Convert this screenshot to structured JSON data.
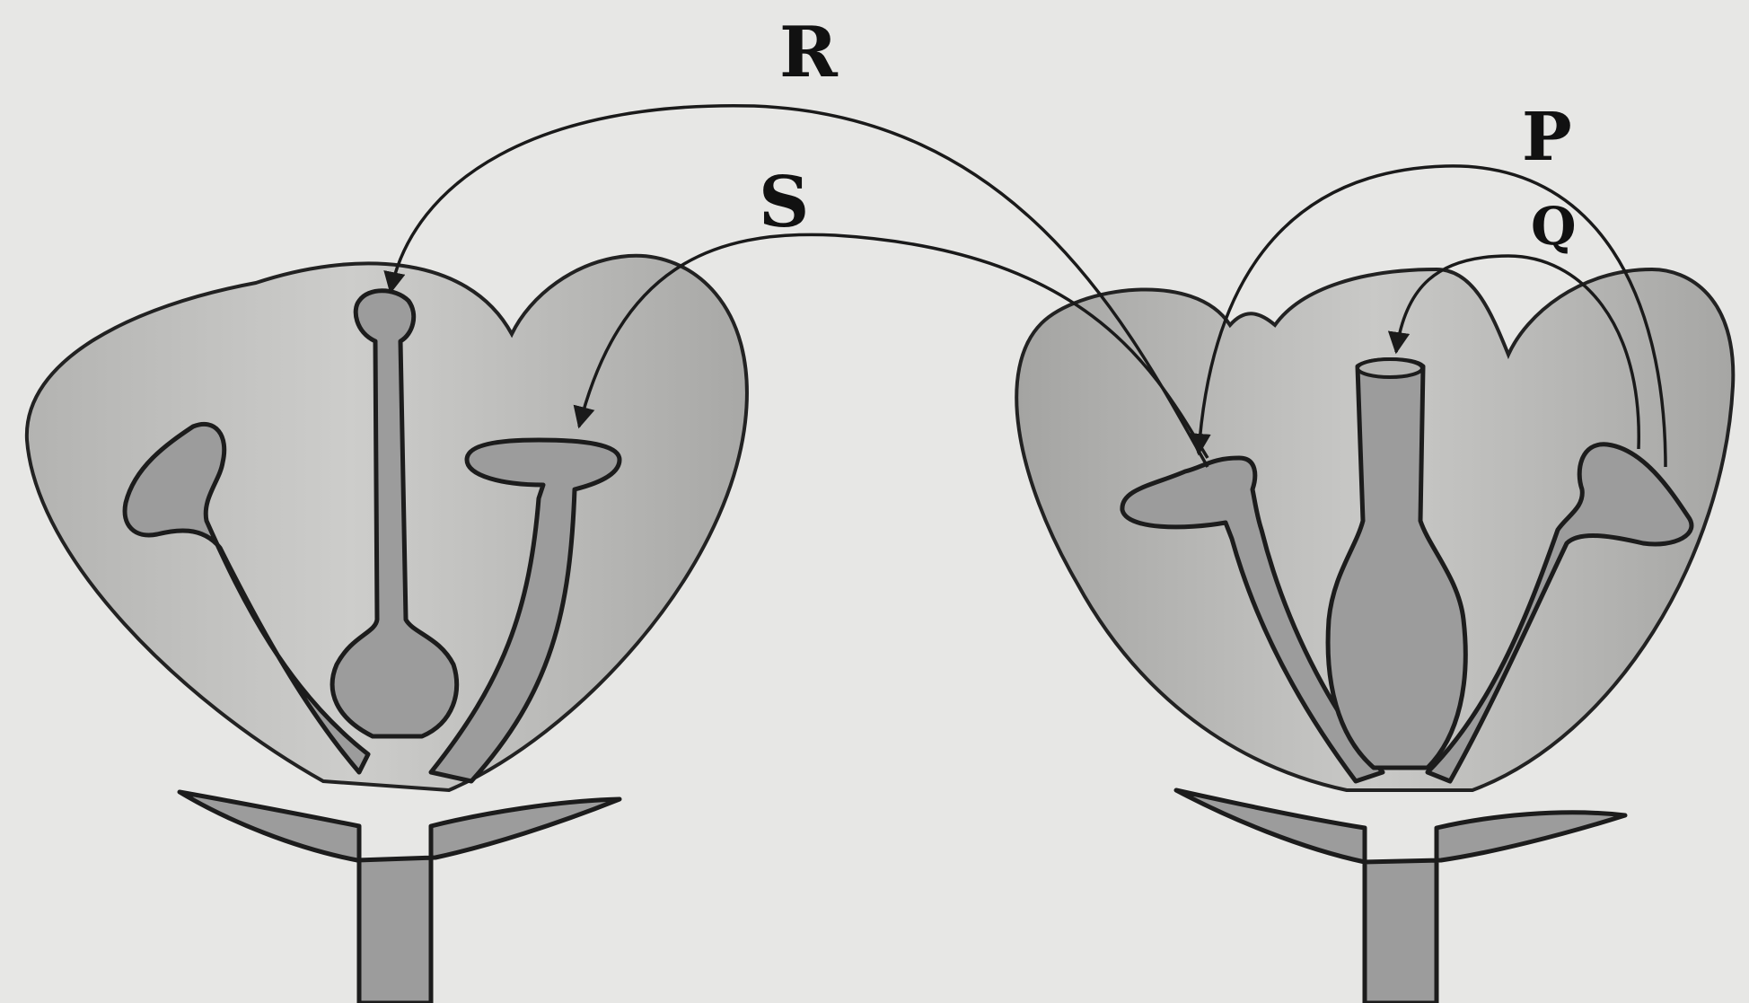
{
  "labels": {
    "r": "R",
    "s": "S",
    "p": "P",
    "q": "Q"
  },
  "colors": {
    "background": "#e7e7e5",
    "petal_light": "#c8c8c6",
    "petal_dark": "#a9a9a7",
    "flower_parts": "#9c9c9c",
    "outline": "#1c1c1c"
  }
}
